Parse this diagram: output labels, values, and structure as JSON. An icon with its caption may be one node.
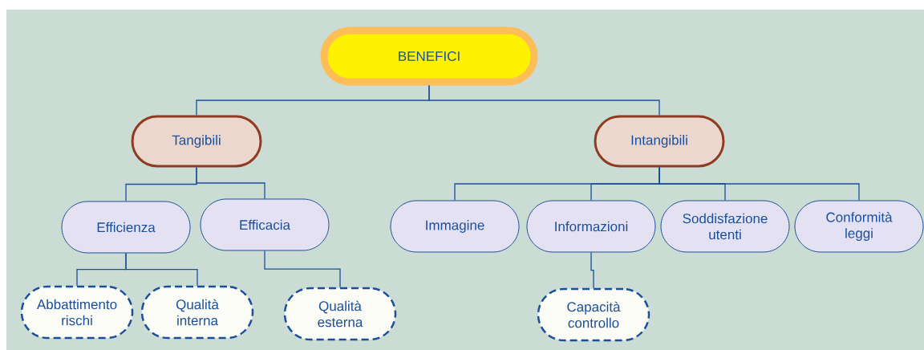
{
  "diagram": {
    "nodes": [
      {
        "text": [
          "BENEFICI"
        ]
      },
      {
        "text": [
          "Tangibili"
        ]
      },
      {
        "text": [
          "Intangibili"
        ]
      },
      {
        "text": [
          "Efficienza"
        ]
      },
      {
        "text": [
          "Efficacia"
        ]
      },
      {
        "text": [
          "Immagine"
        ]
      },
      {
        "text": [
          "Informazioni"
        ]
      },
      {
        "text": [
          "Soddisfazione utenti"
        ]
      },
      {
        "text": [
          "Conformità leggi"
        ]
      },
      {
        "text": [
          "Abbattimento rischi"
        ]
      },
      {
        "text": [
          "Qualità interna"
        ]
      },
      {
        "text": [
          "Qualità esterna"
        ]
      },
      {
        "text": [
          "Capacità controllo"
        ]
      }
    ],
    "edges": [
      {
        "from": 0,
        "to": 1,
        "arrow": "none"
      },
      {
        "from": 0,
        "to": 2,
        "arrow": "none"
      },
      {
        "from": 1,
        "to": 3,
        "arrow": "none"
      },
      {
        "from": 1,
        "to": 4,
        "arrow": "none"
      },
      {
        "from": 2,
        "to": 5,
        "arrow": "none"
      },
      {
        "from": 2,
        "to": 6,
        "arrow": "none"
      },
      {
        "from": 2,
        "to": 7,
        "arrow": "none"
      },
      {
        "from": 2,
        "to": 8,
        "arrow": "none"
      },
      {
        "from": 3,
        "to": 9,
        "arrow": "none"
      },
      {
        "from": 3,
        "to": 10,
        "arrow": "none"
      },
      {
        "from": 4,
        "to": 11,
        "arrow": "none"
      },
      {
        "from": 6,
        "to": 12,
        "arrow": "none"
      }
    ]
  }
}
